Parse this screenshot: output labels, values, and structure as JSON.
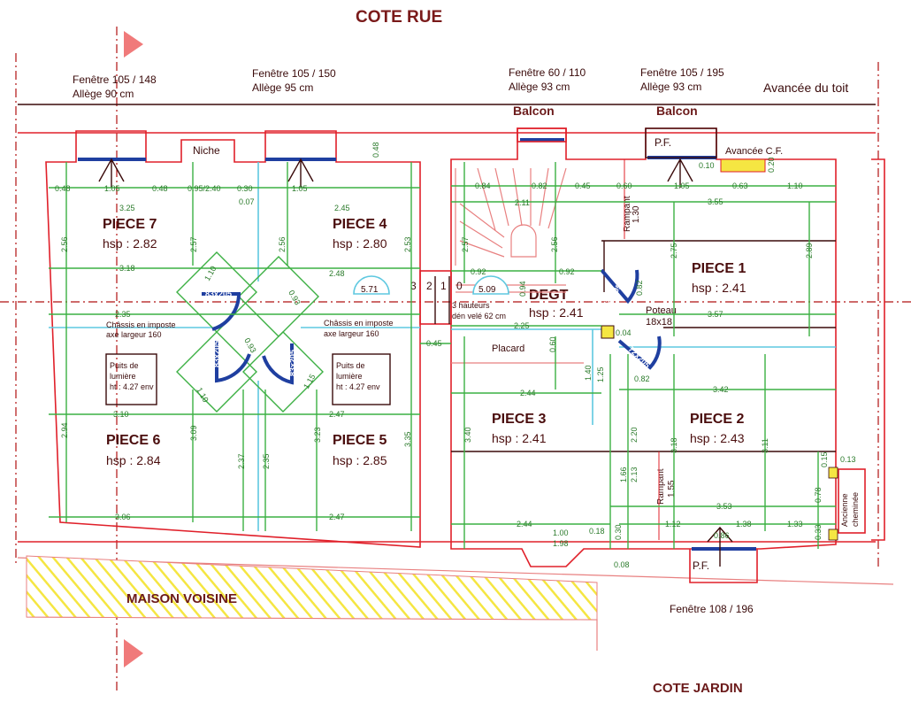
{
  "header": {
    "cote_rue": "COTE RUE",
    "cote_jardin": "COTE JARDIN",
    "avancee_toit": "Avancée du toit"
  },
  "windows": [
    {
      "title": "Fenêtre 105 / 148",
      "allege": "Allège 90 cm"
    },
    {
      "title": "Fenêtre 105 / 150",
      "allege": "Allège 95 cm"
    },
    {
      "title": "Fenêtre 60 / 110",
      "allege": "Allège 93 cm"
    },
    {
      "title": "Fenêtre 105 / 195",
      "allege": "Allège 93 cm"
    },
    {
      "title": "Fenêtre 108 / 196"
    }
  ],
  "labels": {
    "balcon": "Balcon",
    "niche": "Niche",
    "pf": "P.F.",
    "avancee_cf": "Avancée C.F.",
    "maison_voisine": "MAISON VOISINE",
    "placard": "Placard",
    "poteau": "Poteau",
    "poteau_dim": "18x18",
    "rampant": "Rampant",
    "rampant_1": "1.30",
    "rampant_2": "1.55",
    "ancienne": "Ancienne",
    "cheminee": "cheminée",
    "chassis_1": "Châssis en imposte",
    "chassis_2": "axe largeur 160",
    "puits_1": "Puits de",
    "puits_2": "lumière",
    "puits_3": "ht : 4.27 env",
    "trois_hauteurs_1": "3 hauteurs",
    "trois_hauteurs_2": "dén velé 62 cm",
    "skylight_1": "5.71",
    "skylight_2": "5.09",
    "steps": [
      "3",
      "2",
      "1",
      "0"
    ]
  },
  "rooms": [
    {
      "name": "PIECE 7",
      "hsp": "hsp : 2.82"
    },
    {
      "name": "PIECE 4",
      "hsp": "hsp : 2.80"
    },
    {
      "name": "PIECE 6",
      "hsp": "hsp : 2.84"
    },
    {
      "name": "PIECE 5",
      "hsp": "hsp : 2.85"
    },
    {
      "name": "PIECE 1",
      "hsp": "hsp : 2.41"
    },
    {
      "name": "DEGT",
      "hsp": "hsp : 2.41"
    },
    {
      "name": "PIECE 3",
      "hsp": "hsp : 2.41"
    },
    {
      "name": "PIECE 2",
      "hsp": "hsp : 2.43"
    }
  ],
  "doors": [
    "83x205",
    "83x205",
    "83x205",
    "72x205",
    "72x205"
  ],
  "dims": [
    "0.48",
    "1.05",
    "0.48",
    "0.95/2.40",
    "0.30",
    "1.05",
    "0.07",
    "3.25",
    "2.45",
    "0.48",
    "3.18",
    "2.48",
    "2.56",
    "2.57",
    "2.56",
    "2.53",
    "1.10",
    "0.93",
    "0.93",
    "1.10",
    "1.15",
    "2.35",
    "3.10",
    "2.47",
    "2.94",
    "3.09",
    "3.23",
    "3.35",
    "2.37",
    "2.35",
    "3.06",
    "2.47",
    "0.45",
    "0.84",
    "0.82",
    "0.45",
    "0.60",
    "1.05",
    "0.63",
    "1.10",
    "0.10",
    "0.20",
    "2.11",
    "3.55",
    "2.57",
    "2.56",
    "0.92",
    "0.92",
    "2.75",
    "2.89",
    "0.94",
    "0.82",
    "3.57",
    "2.25",
    "0.60",
    "0.04",
    "1.40",
    "1.25",
    "0.82",
    "2.44",
    "3.42",
    "3.40",
    "2.20",
    "3.18",
    "3.11",
    "1.66",
    "2.13",
    "3.53",
    "0.13",
    "0.15",
    "0.78",
    "0.33",
    "2.44",
    "1.00",
    "1.98",
    "0.18",
    "0.30",
    "0.08",
    "1.12",
    "1.38",
    "1.33",
    "0.86"
  ]
}
